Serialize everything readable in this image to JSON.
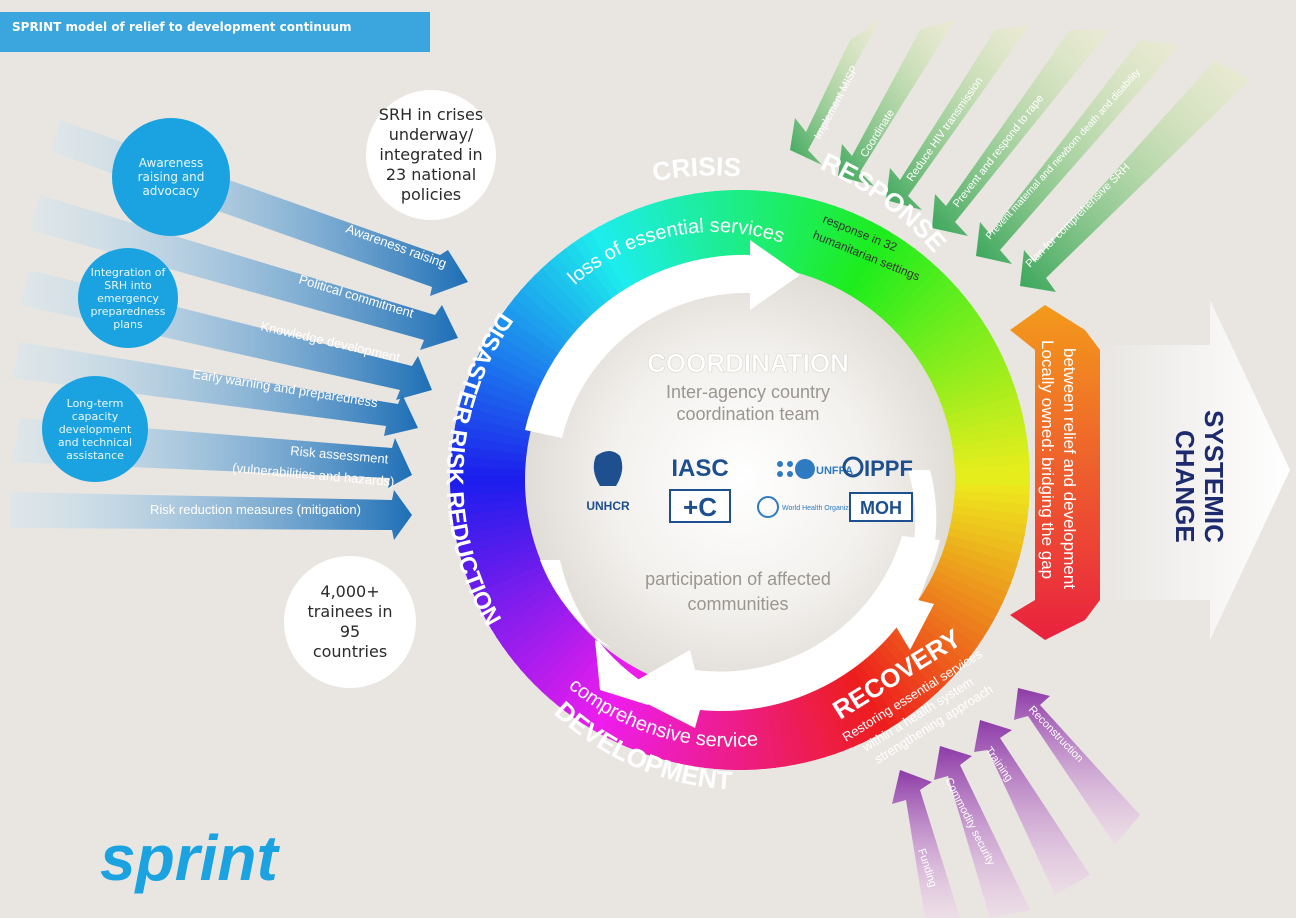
{
  "header": {
    "title": "SPRINT model of relief to development continuum"
  },
  "stats": {
    "srh_policies": "SRH in crises underway/ integrated in 23 national policies",
    "trainees": "4,000+ trainees in 95 countries"
  },
  "drr_circles": [
    "Awareness raising and advocacy",
    "Integration of SRH into emergency preparedness plans",
    "Long-term capacity development and technical assistance"
  ],
  "drr_arrows": [
    "Awareness raising",
    "Political commitment",
    "Knowledge development",
    "Early warning and preparedness",
    "Risk assessment",
    "(vulnerabilities and hazards)",
    "Risk reduction measures (mitigation)"
  ],
  "ring": {
    "crisis": "CRISIS",
    "crisis_sub": "loss of essential services",
    "response": "RESPONSE",
    "response_sub1": "response in 32",
    "response_sub2": "humanitarian settings",
    "recovery": "RECOVERY",
    "recovery_sub1": "Restoring essential services",
    "recovery_sub2": "within a health system",
    "recovery_sub3": "strengthening approach",
    "development": "DEVELOPMENT",
    "development_sub": "comprehensive services",
    "drr": "DISASTER RISK REDUCTION"
  },
  "center": {
    "coordination": "COORDINATION",
    "sub1": "Inter-agency country",
    "sub2": "coordination team",
    "participation1": "participation of affected",
    "participation2": "communities"
  },
  "logos": {
    "unhcr": "UNHCR",
    "iasc": "IASC",
    "unfpa": "UNFPA",
    "ippf": "IPPF",
    "redcross": "+C",
    "who": "World Health Organization",
    "moh": "MOH"
  },
  "response_arrows": [
    "Implement MISP",
    "Coordinate",
    "Reduce HIV transmission",
    "Prevent and respond to rape",
    "Prevent maternal and newborn death and disability",
    "Plan for comprehensive SRH"
  ],
  "recovery_arrows": [
    "Funding",
    "Commodity security",
    "Training",
    "Reconstruction"
  ],
  "bridge": {
    "line1": "Locally owned: bridging the gap",
    "line2": "between relief and development"
  },
  "systemic": {
    "line1": "SYSTEMIC",
    "line2": "CHANGE"
  },
  "brand": "sprint",
  "colors": {
    "accent_blue": "#1aa3e0",
    "navy": "#1d2a6e",
    "background": "#e9e6e2"
  }
}
